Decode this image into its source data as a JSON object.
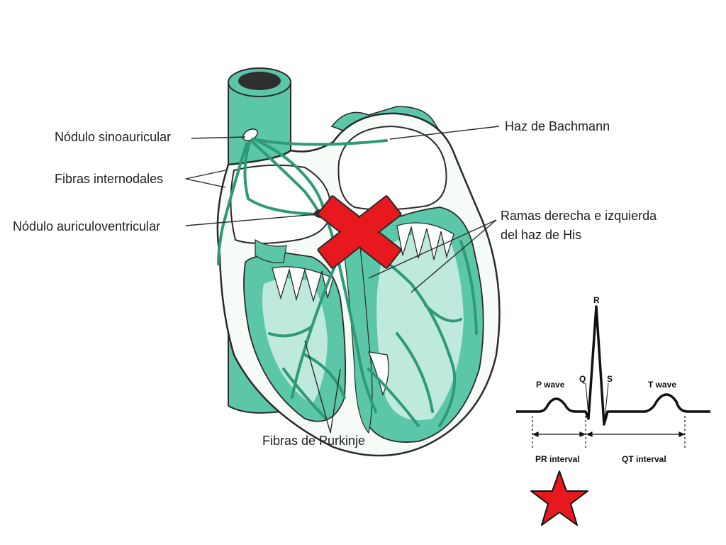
{
  "heart_labels": {
    "sinoatrial_node": "Nódulo sinoauricular",
    "internodal_fibers": "Fibras internodales",
    "av_node": "Nódulo auriculoventricular",
    "bachmann_bundle": "Haz de Bachmann",
    "his_branches_line1": "Ramas derecha e izquierda",
    "his_branches_line2": "del haz de His",
    "purkinje_fibers": "Fibras de Purkinje"
  },
  "ecg_labels": {
    "r": "R",
    "q": "Q",
    "s": "S",
    "p_wave": "P wave",
    "t_wave": "T wave",
    "pr_interval": "PR interval",
    "qt_interval": "QT interval"
  },
  "colors": {
    "tissue_teal": "#5cc6a8",
    "tissue_light": "#bfe9dc",
    "conduction_green": "#2e9a78",
    "outline": "#2a2a2a",
    "block_cross": "#e8191e",
    "marker_star": "#e8191e"
  },
  "icons": {
    "block_marker": "x-cross-icon",
    "highlight_marker": "star-icon"
  }
}
